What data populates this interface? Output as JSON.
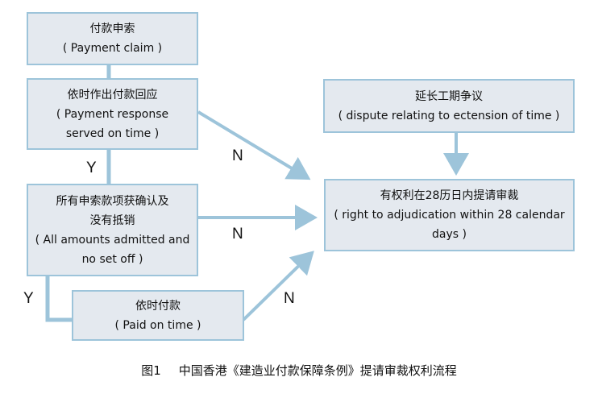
{
  "boxes": {
    "payment_claim": [
      "付款申索",
      "( Payment claim )"
    ],
    "payment_response": [
      "依时作出付款回应",
      "( Payment response",
      "served on time )"
    ],
    "amounts_admitted": [
      "所有申索款项获确认及",
      "没有抵销",
      "( All amounts admitted and",
      "no set off )"
    ],
    "paid_on_time": [
      "依时付款",
      "( Paid on time )"
    ],
    "dispute_extension": [
      "延长工期争议",
      "( dispute relating to ectension of time )"
    ],
    "right_to_adjudication": [
      "有权利在28历日内提请审裁",
      "( right to adjudication within 28 calendar",
      "days )"
    ]
  },
  "labels": {
    "y1": "Y",
    "y2": "Y",
    "n1": "N",
    "n2": "N",
    "n3": "N"
  },
  "caption": {
    "number": "图1",
    "text": "中国香港《建造业付款保障条例》提请审裁权利流程"
  },
  "colors": {
    "box_fill": "#e4e9ef",
    "box_border": "#9dc4da",
    "connector": "#9dc4da"
  }
}
